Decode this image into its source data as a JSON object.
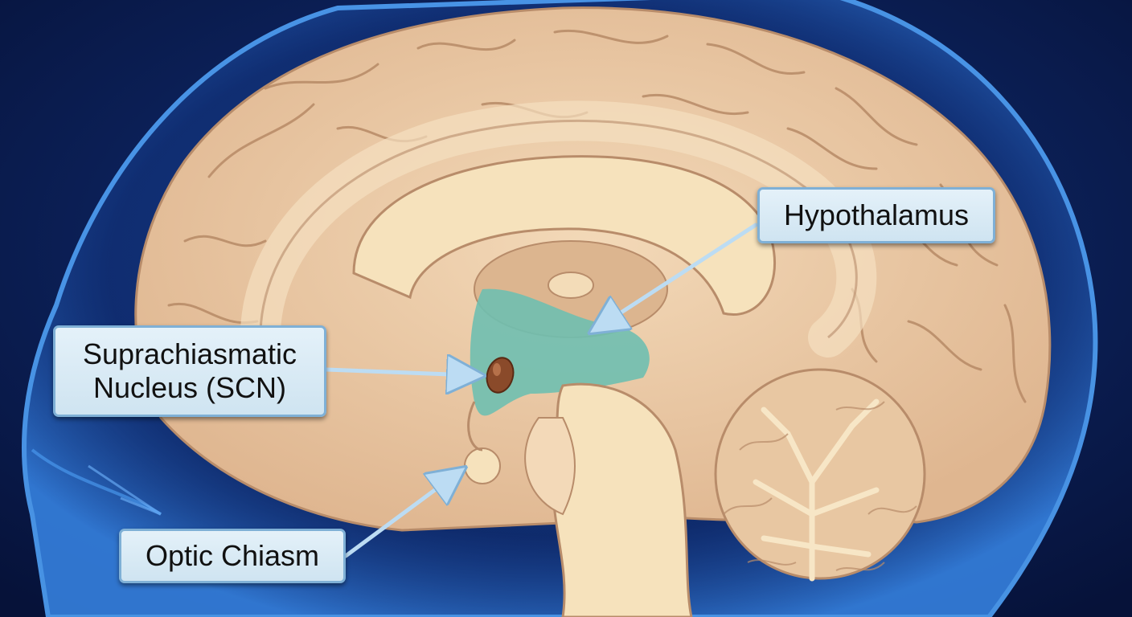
{
  "labels": {
    "hypothalamus": "Hypothalamus",
    "scn_line1": "Suprachiasmatic",
    "scn_line2": "Nucleus (SCN)",
    "optic_chiasm": "Optic Chiasm"
  },
  "colors": {
    "background": "#0a1c4a",
    "head_glow": "#2f7fe0",
    "brain": "#e9c8a4",
    "brain_light": "#f6e2bc",
    "hypothalamus_region": "#6fbfb0",
    "scn_marker": "#8a4a2a",
    "label_fill": "#dbeaf5",
    "label_border": "#7fb0d6",
    "arrow": "#bcdcf3"
  }
}
